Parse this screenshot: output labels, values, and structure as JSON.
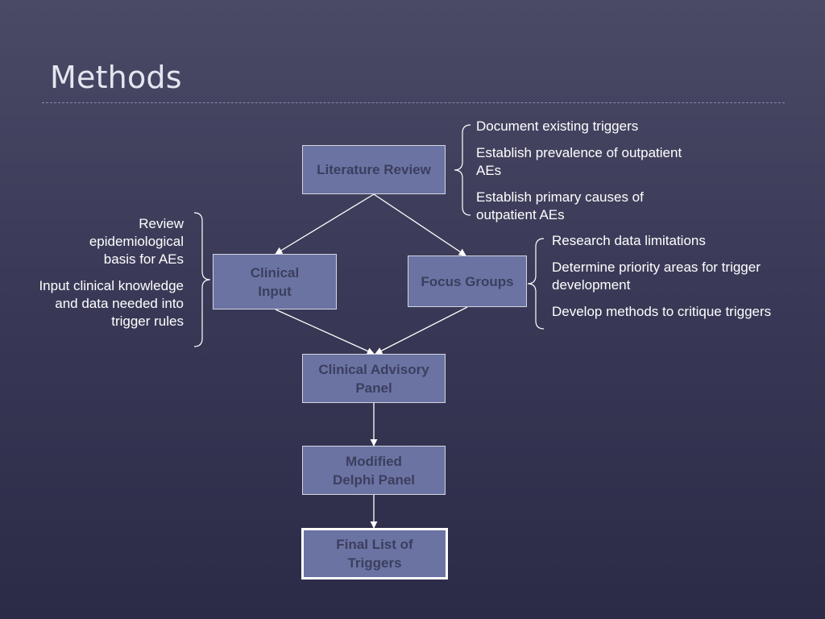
{
  "slide": {
    "title": "Methods"
  },
  "colors": {
    "background": "#3a3a58",
    "box_fill": "#6b73a3",
    "box_text": "#3b3f5e",
    "connector": "#ffffff"
  },
  "flow": {
    "literature_review": "Literature Review",
    "clinical_input": "Clinical Input",
    "focus_groups": "Focus Groups",
    "clinical_advisory_panel": "Clinical Advisory Panel",
    "modified_delphi_panel": "Modified Delphi Panel",
    "final_list": "Final List of Triggers"
  },
  "notes": {
    "literature_review": [
      "Document existing triggers",
      "Establish prevalence of outpatient AEs",
      "Establish primary causes of outpatient AEs"
    ],
    "focus_groups": [
      "Research data limitations",
      "Determine priority areas for trigger development",
      "Develop methods to critique triggers"
    ],
    "clinical_input": [
      "Review epidemiological basis for AEs",
      "Input clinical knowledge and data needed into trigger rules"
    ]
  }
}
